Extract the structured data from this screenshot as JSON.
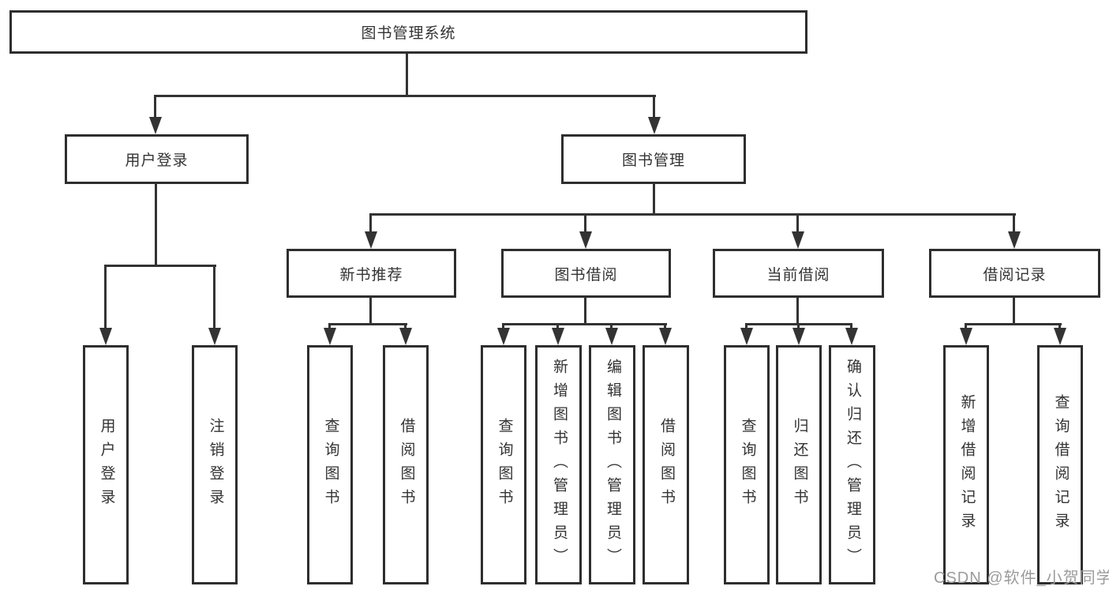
{
  "colors": {
    "line": "#333333",
    "border": "#2e2e2e",
    "text": "#333333",
    "box_fill": "#ffffff",
    "watermark": "#9b9b9b"
  },
  "tree": {
    "root": {
      "label": "图书管理系统"
    },
    "branches": [
      {
        "label": "用户登录",
        "leaves": [
          {
            "label": "用户登录"
          },
          {
            "label": "注销登录"
          }
        ]
      },
      {
        "label": "图书管理",
        "groups": [
          {
            "label": "新书推荐",
            "leaves": [
              {
                "label": "查询图书"
              },
              {
                "label": "借阅图书"
              }
            ]
          },
          {
            "label": "图书借阅",
            "leaves": [
              {
                "label": "查询图书"
              },
              {
                "label": "新增图书（管理员）"
              },
              {
                "label": "编辑图书（管理员）"
              },
              {
                "label": "借阅图书"
              }
            ]
          },
          {
            "label": "当前借阅",
            "leaves": [
              {
                "label": "查询图书"
              },
              {
                "label": "归还图书"
              },
              {
                "label": "确认归还（管理员）"
              }
            ]
          },
          {
            "label": "借阅记录",
            "leaves": [
              {
                "label": "新增借阅记录"
              },
              {
                "label": "查询借阅记录"
              }
            ]
          }
        ]
      }
    ]
  },
  "watermark": {
    "label": "CSDN @软件_小贺同学"
  }
}
